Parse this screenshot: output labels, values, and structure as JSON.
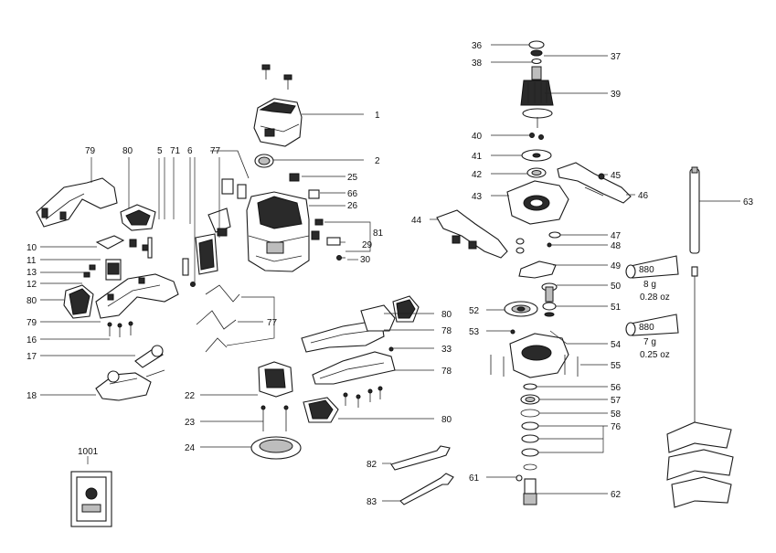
{
  "callouts": [
    {
      "id": "1",
      "text": "1"
    },
    {
      "id": "2",
      "text": "2"
    },
    {
      "id": "5",
      "text": "5"
    },
    {
      "id": "6",
      "text": "6"
    },
    {
      "id": "10",
      "text": "10"
    },
    {
      "id": "11",
      "text": "11"
    },
    {
      "id": "12",
      "text": "12"
    },
    {
      "id": "13",
      "text": "13"
    },
    {
      "id": "16",
      "text": "16"
    },
    {
      "id": "17",
      "text": "17"
    },
    {
      "id": "18",
      "text": "18"
    },
    {
      "id": "22",
      "text": "22"
    },
    {
      "id": "23",
      "text": "23"
    },
    {
      "id": "24",
      "text": "24"
    },
    {
      "id": "25",
      "text": "25"
    },
    {
      "id": "26",
      "text": "26"
    },
    {
      "id": "29",
      "text": "29"
    },
    {
      "id": "30",
      "text": "30"
    },
    {
      "id": "33",
      "text": "33"
    },
    {
      "id": "36",
      "text": "36"
    },
    {
      "id": "37",
      "text": "37"
    },
    {
      "id": "38",
      "text": "38"
    },
    {
      "id": "39",
      "text": "39"
    },
    {
      "id": "40",
      "text": "40"
    },
    {
      "id": "41",
      "text": "41"
    },
    {
      "id": "42",
      "text": "42"
    },
    {
      "id": "43",
      "text": "43"
    },
    {
      "id": "44",
      "text": "44"
    },
    {
      "id": "45",
      "text": "45"
    },
    {
      "id": "46",
      "text": "46"
    },
    {
      "id": "47",
      "text": "47"
    },
    {
      "id": "48",
      "text": "48"
    },
    {
      "id": "49",
      "text": "49"
    },
    {
      "id": "50",
      "text": "50"
    },
    {
      "id": "51",
      "text": "51"
    },
    {
      "id": "52",
      "text": "52"
    },
    {
      "id": "53",
      "text": "53"
    },
    {
      "id": "54",
      "text": "54"
    },
    {
      "id": "55",
      "text": "55"
    },
    {
      "id": "56",
      "text": "56"
    },
    {
      "id": "57",
      "text": "57"
    },
    {
      "id": "58",
      "text": "58"
    },
    {
      "id": "61",
      "text": "61"
    },
    {
      "id": "62",
      "text": "62"
    },
    {
      "id": "63",
      "text": "63"
    },
    {
      "id": "66",
      "text": "66"
    },
    {
      "id": "71",
      "text": "71"
    },
    {
      "id": "76",
      "text": "76"
    },
    {
      "id": "77a",
      "text": "77"
    },
    {
      "id": "77b",
      "text": "77"
    },
    {
      "id": "78a",
      "text": "78"
    },
    {
      "id": "78b",
      "text": "78"
    },
    {
      "id": "79a",
      "text": "79"
    },
    {
      "id": "79b",
      "text": "79"
    },
    {
      "id": "80a",
      "text": "80"
    },
    {
      "id": "80b",
      "text": "80"
    },
    {
      "id": "80c",
      "text": "80"
    },
    {
      "id": "80d",
      "text": "80"
    },
    {
      "id": "81",
      "text": "81"
    },
    {
      "id": "82",
      "text": "82"
    },
    {
      "id": "83",
      "text": "83"
    },
    {
      "id": "1001",
      "text": "1001"
    }
  ],
  "grease": [
    {
      "id": "g1",
      "tube": "880",
      "amount_g": "8 g",
      "amount_oz": "0.28 oz"
    },
    {
      "id": "g2",
      "tube": "880",
      "amount_g": "7 g",
      "amount_oz": "0.25 oz"
    }
  ]
}
